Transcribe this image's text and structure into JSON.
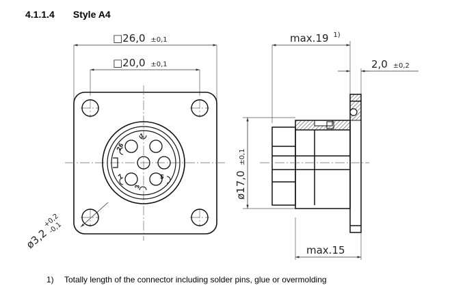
{
  "section": {
    "number": "4.1.1.4",
    "title": "Style A4"
  },
  "dimensions": {
    "square_outer": {
      "value": "□26,0",
      "tol": "±0,1"
    },
    "square_inner": {
      "value": "□20,0",
      "tol": "±0,1"
    },
    "hole_dia": {
      "value": "ø3,2",
      "tol_plus": "+0,2",
      "tol_minus": "-0,1"
    },
    "max_length": {
      "value": "max.19",
      "note": "1)"
    },
    "flange": {
      "value": "2,0",
      "tol": "±0,2"
    },
    "body_dia": {
      "value": "ø17,0",
      "tol": "±0,1"
    },
    "max_depth": {
      "value": "max.15"
    }
  },
  "pins": [
    "1",
    "2",
    "3",
    "4",
    "5",
    "6",
    "7"
  ],
  "footnote": {
    "mark": "1)",
    "text": "Totally length of the connector including solder pins, glue or overmolding"
  }
}
